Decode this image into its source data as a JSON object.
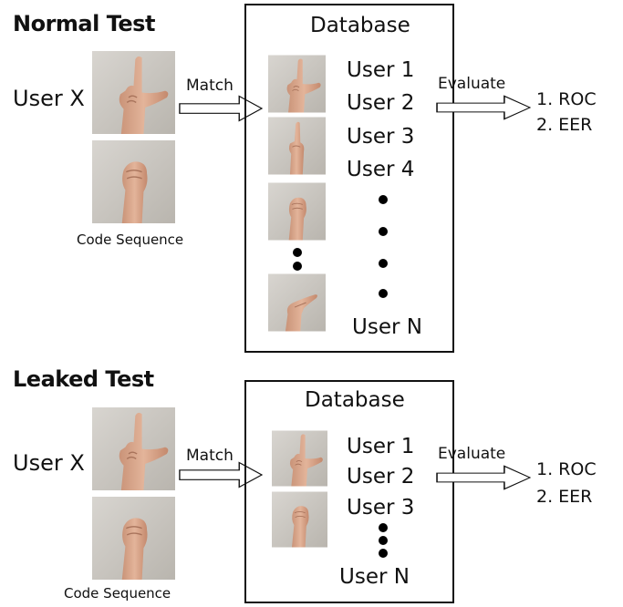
{
  "normal": {
    "title": "Normal Test",
    "user_x": "User X",
    "caption": "Code Sequence",
    "match_label": "Match",
    "database": {
      "title": "Database",
      "users": [
        "User 1",
        "User 2",
        "User 3",
        "User 4"
      ],
      "last_user": "User N"
    },
    "evaluate_label": "Evaluate",
    "metrics": [
      "1. ROC",
      "2. EER"
    ]
  },
  "leaked": {
    "title": "Leaked Test",
    "user_x": "User X",
    "caption": "Code Sequence",
    "match_label": "Match",
    "database": {
      "title": "Database",
      "users": [
        "User 1",
        "User 2",
        "User 3"
      ],
      "last_user": "User N"
    },
    "evaluate_label": "Evaluate",
    "metrics": [
      "1. ROC",
      "2. EER"
    ]
  },
  "colors": {
    "photo_bg": "#c9c6c1",
    "skin": "#d9a98c",
    "skin_shadow": "#b98369",
    "line": "#111111"
  }
}
